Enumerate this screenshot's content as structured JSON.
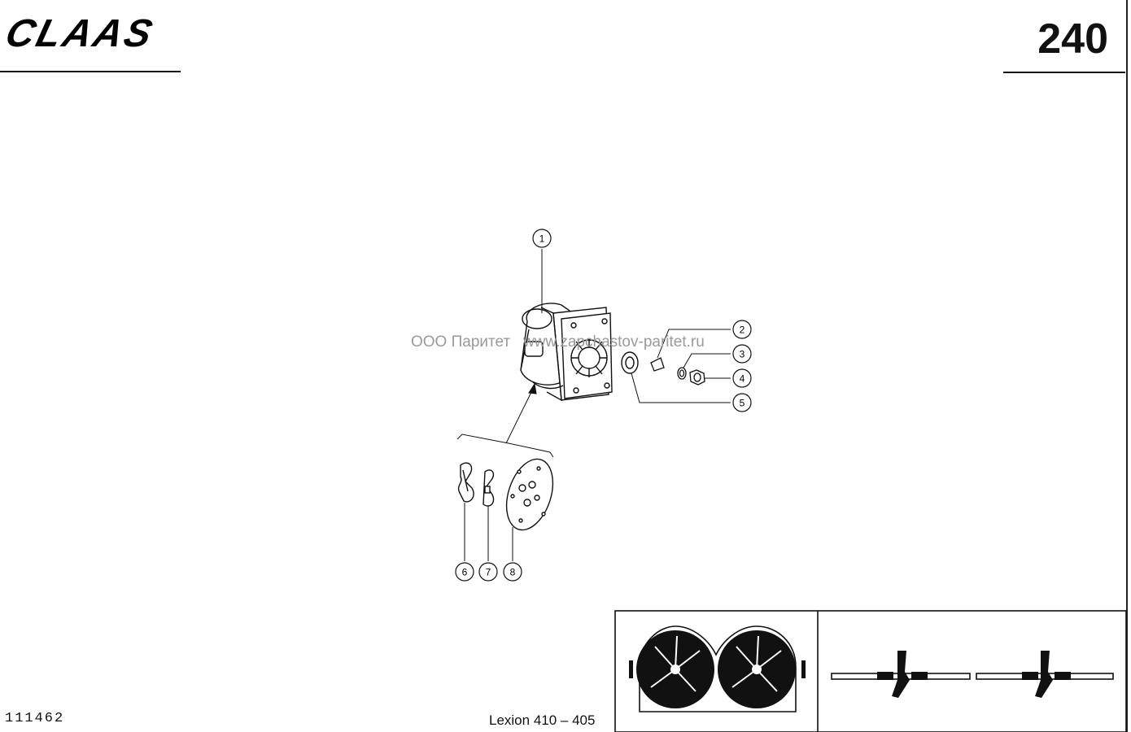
{
  "header": {
    "brand": "CLAAS",
    "page_number": "240"
  },
  "watermark": "ООО Паритет   www.zapchastov-paritet.ru",
  "footer": {
    "drawing_number": "111462",
    "model": "Lexion 410 – 405"
  },
  "callouts": [
    {
      "id": "1",
      "label": "1"
    },
    {
      "id": "2",
      "label": "2"
    },
    {
      "id": "3",
      "label": "3"
    },
    {
      "id": "4",
      "label": "4"
    },
    {
      "id": "5",
      "label": "5"
    },
    {
      "id": "6",
      "label": "6"
    },
    {
      "id": "7",
      "label": "7"
    },
    {
      "id": "8",
      "label": "8"
    }
  ]
}
